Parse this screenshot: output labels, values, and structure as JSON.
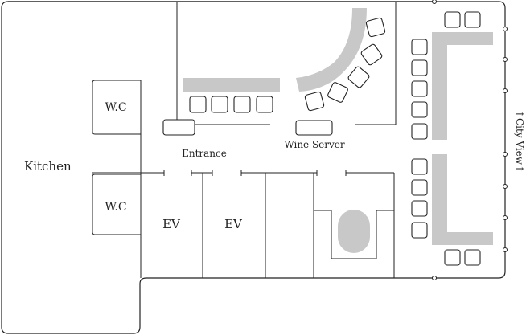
{
  "labels": {
    "kitchen": "Kitchen",
    "wc_upper": "W.C",
    "wc_lower": "W.C",
    "entrance": "Entrance",
    "ev_left": "EV",
    "ev_right": "EV",
    "wine_server": "Wine Server",
    "city_view": "↑City View↑"
  },
  "colors": {
    "wall": "#222222",
    "counter": "#c8c8c8",
    "background": "#ffffff"
  }
}
